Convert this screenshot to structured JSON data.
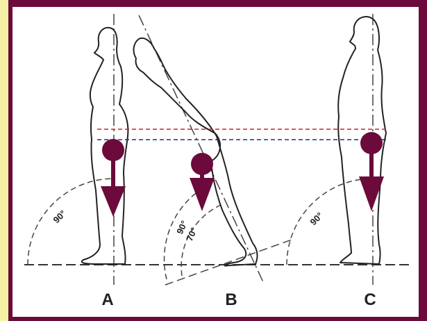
{
  "labels": {
    "a": "A",
    "b": "B",
    "c": "C"
  },
  "angles": {
    "a": "90°",
    "b1": "90°",
    "b2": "70°",
    "c": "90°"
  },
  "colors": {
    "frame": "#6b0a3b",
    "strip": "#f4f0a6",
    "marker": "#6b0a3b",
    "line_red": "#cc2222",
    "line_blue": "#1f2f7a"
  },
  "icons": {
    "marker": "center-of-gravity-arrow-icon"
  }
}
